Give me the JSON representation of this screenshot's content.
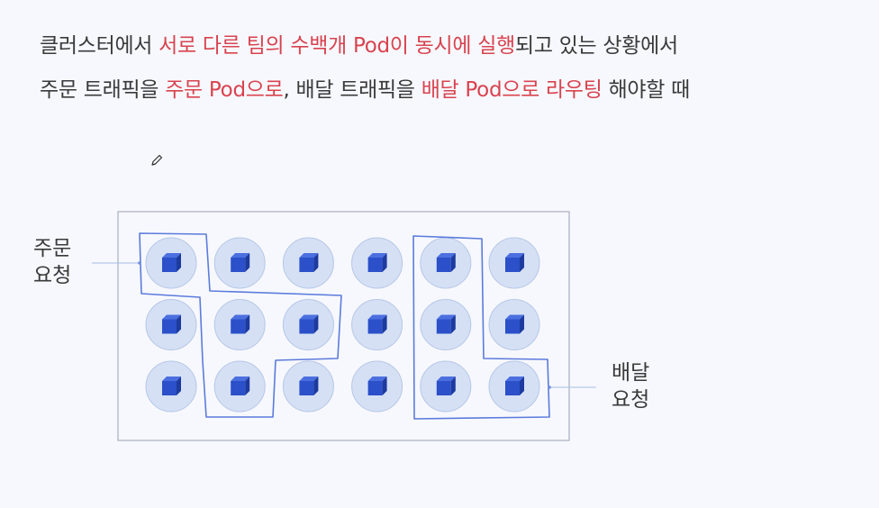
{
  "headline": {
    "line1": [
      {
        "text": "클러스터에서 ",
        "hl": false
      },
      {
        "text": "서로 다른 팀의 수백개 Pod이 동시에 실행",
        "hl": true
      },
      {
        "text": "되고 있는 상황에서",
        "hl": false
      }
    ],
    "line2": [
      {
        "text": "주문 트래픽을 ",
        "hl": false
      },
      {
        "text": "주문 Pod으로",
        "hl": true
      },
      {
        "text": ", 배달 트래픽을 ",
        "hl": false
      },
      {
        "text": "배달 Pod으로 라우팅",
        "hl": true
      },
      {
        "text": " 해야할 때",
        "hl": false
      }
    ]
  },
  "labels": {
    "order_request": [
      "주문",
      "요청"
    ],
    "delivery_request": [
      "배달",
      "요청"
    ]
  },
  "diagram": {
    "rows": 3,
    "cols": 6,
    "pod_icon": "cube-icon",
    "colors": {
      "text": "#3a3a3a",
      "highlight": "#d8434f",
      "pod_circle": "#d5e0f5",
      "pod_circle_border": "#b6c7e6",
      "cube": "#2b50c9",
      "group_outline": "#5b7bdc",
      "cluster_border": "#a9b0c4"
    }
  },
  "icons": {
    "cursor": "pencil-icon"
  }
}
